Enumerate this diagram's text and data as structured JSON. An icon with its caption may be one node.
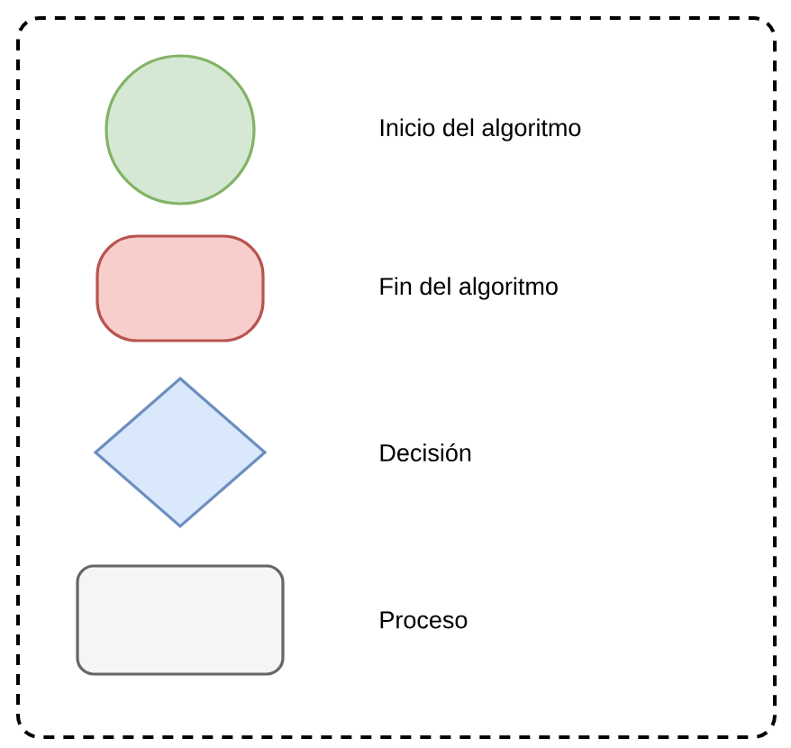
{
  "diagram": {
    "legend": [
      {
        "text": "Inicio del algoritmo"
      },
      {
        "text": "Fin del algoritmo"
      },
      {
        "text": "Decisión"
      },
      {
        "text": "Proceso"
      }
    ]
  }
}
